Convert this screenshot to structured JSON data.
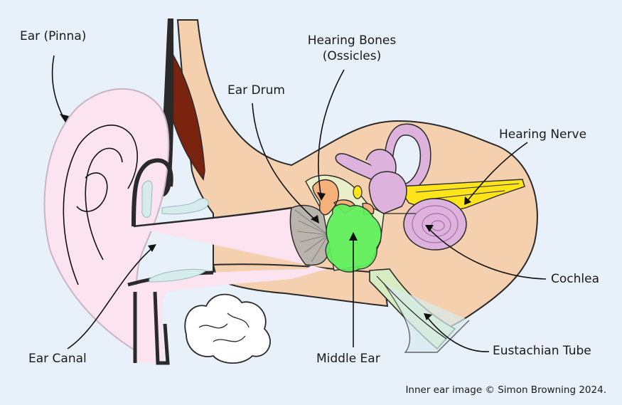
{
  "labels": {
    "pinna": "Ear (Pinna)",
    "ossicles_line1": "Hearing Bones",
    "ossicles_line2": "(Ossicles)",
    "ear_drum": "Ear Drum",
    "hearing_nerve": "Hearing Nerve",
    "cochlea": "Cochlea",
    "eustachian_tube": "Eustachian Tube",
    "middle_ear": "Middle Ear",
    "ear_canal": "Ear Canal"
  },
  "credit": "Inner ear image © Simon Browning 2024.",
  "colors": {
    "background": "#e8f0fa",
    "pinna": "#fbe3f0",
    "skin": "#f5d0ae",
    "outline": "#2a2a2a",
    "muscle": "#7a2410",
    "canal_gap": "#d6ecec",
    "ear_drum": "#b8b4ac",
    "ossicles": "#f6b07a",
    "middle_ear": "#5ef05a",
    "labyrinth": "#ddb3dd",
    "nerve": "#ffe41a",
    "tube": "#d8ecc2"
  }
}
